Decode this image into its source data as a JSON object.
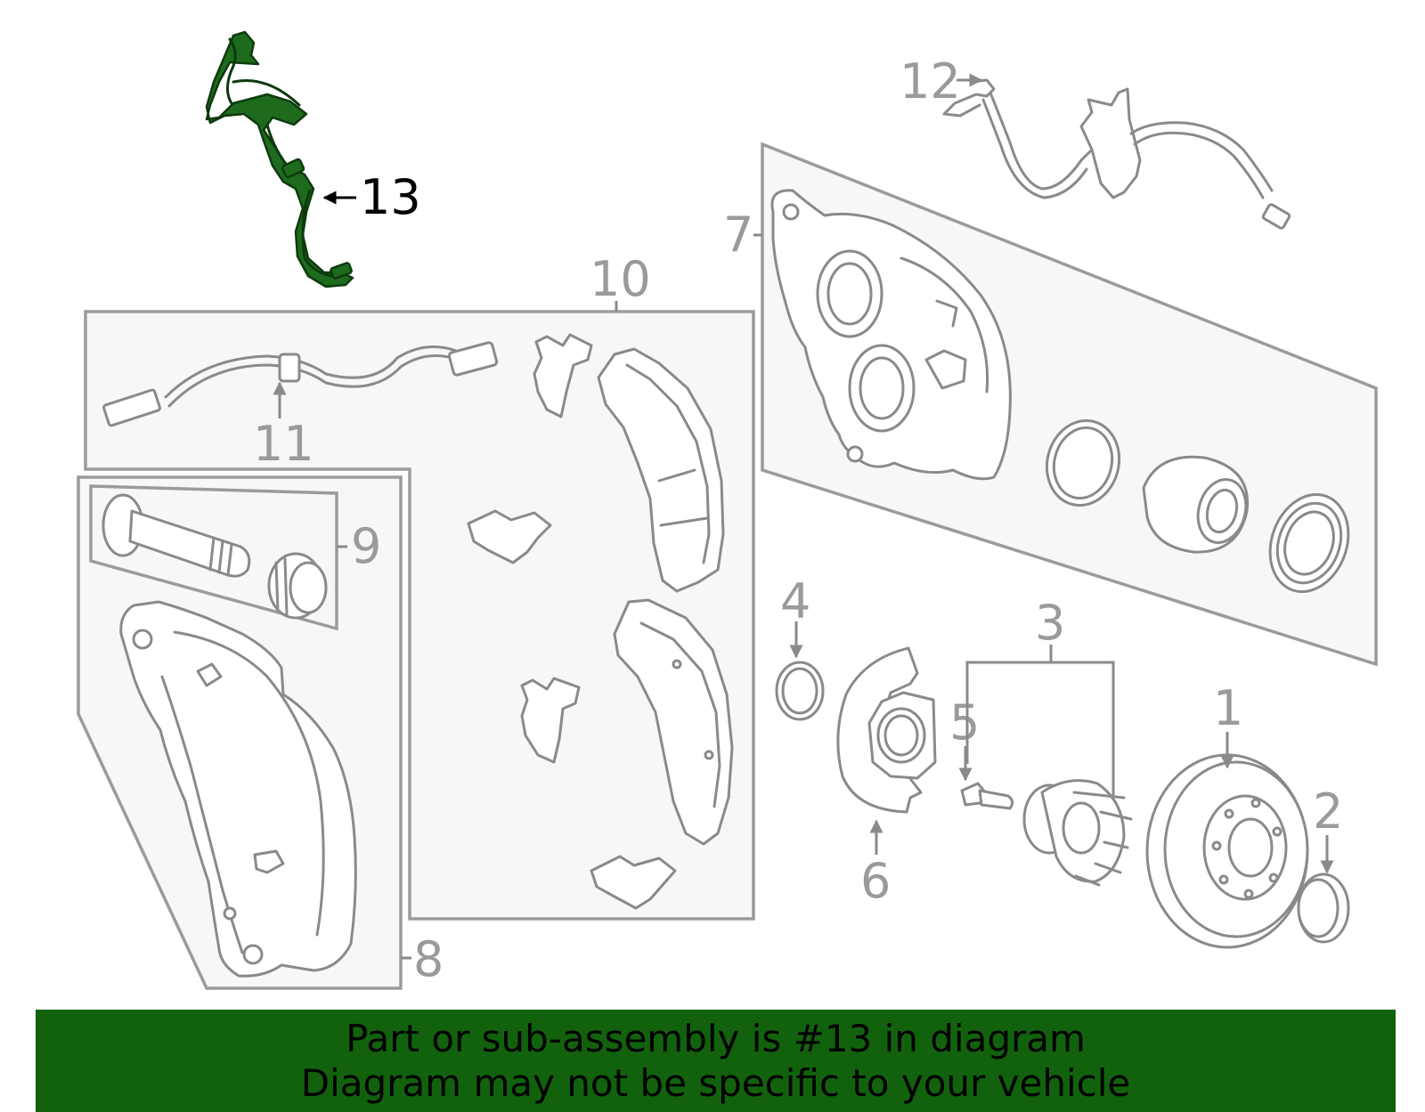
{
  "diagram": {
    "callouts": [
      "1",
      "2",
      "3",
      "4",
      "5",
      "6",
      "7",
      "8",
      "9",
      "10",
      "11",
      "12",
      "13"
    ],
    "highlighted_part": "13",
    "colors": {
      "highlight": "#1e6b1e",
      "line_art": "#8a8a8a",
      "group_box_fill": "#f7f7f7",
      "banner": "#12620d"
    }
  },
  "banner": {
    "line1": "Part or sub-assembly is #13 in diagram",
    "line2": "Diagram may not be specific to your vehicle"
  }
}
